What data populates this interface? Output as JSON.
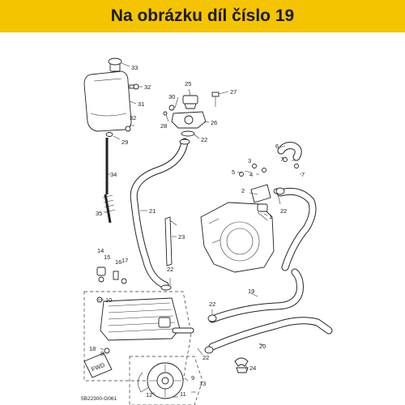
{
  "banner": {
    "title": "Na obrázku díl číslo 19",
    "background": "#f5c400"
  },
  "diagram": {
    "code": "5B22300-G061",
    "fwd_label": "FWD",
    "callouts": [
      {
        "id": "c33",
        "text": "33"
      },
      {
        "id": "c32a",
        "text": "32"
      },
      {
        "id": "c31",
        "text": "31"
      },
      {
        "id": "c32b",
        "text": "32"
      },
      {
        "id": "c29",
        "text": "29"
      },
      {
        "id": "c34",
        "text": "34"
      },
      {
        "id": "c35",
        "text": "35"
      },
      {
        "id": "c30",
        "text": "30"
      },
      {
        "id": "c25",
        "text": "25"
      },
      {
        "id": "c27",
        "text": "27"
      },
      {
        "id": "c28",
        "text": "28"
      },
      {
        "id": "c26",
        "text": "26"
      },
      {
        "id": "c22a",
        "text": "22"
      },
      {
        "id": "c21",
        "text": "21"
      },
      {
        "id": "c6",
        "text": "6"
      },
      {
        "id": "c3",
        "text": "3"
      },
      {
        "id": "c7a",
        "text": "7"
      },
      {
        "id": "c5",
        "text": "5"
      },
      {
        "id": "c4",
        "text": "4"
      },
      {
        "id": "c7b",
        "text": "7"
      },
      {
        "id": "c2",
        "text": "2"
      },
      {
        "id": "c1",
        "text": "1"
      },
      {
        "id": "c22b",
        "text": "22"
      },
      {
        "id": "c23",
        "text": "23"
      },
      {
        "id": "c14",
        "text": "14"
      },
      {
        "id": "c15",
        "text": "15"
      },
      {
        "id": "c16",
        "text": "16"
      },
      {
        "id": "c17",
        "text": "17"
      },
      {
        "id": "c22c",
        "text": "22"
      },
      {
        "id": "c19",
        "text": "19"
      },
      {
        "id": "c10",
        "text": "10"
      },
      {
        "id": "c22d",
        "text": "22"
      },
      {
        "id": "c22e",
        "text": "22"
      },
      {
        "id": "c20",
        "text": "20"
      },
      {
        "id": "c18",
        "text": "18"
      },
      {
        "id": "c8",
        "text": "8"
      },
      {
        "id": "c24",
        "text": "24"
      },
      {
        "id": "c9",
        "text": "9"
      },
      {
        "id": "c13",
        "text": "13"
      },
      {
        "id": "c12",
        "text": "12"
      },
      {
        "id": "c11",
        "text": "11"
      }
    ]
  }
}
